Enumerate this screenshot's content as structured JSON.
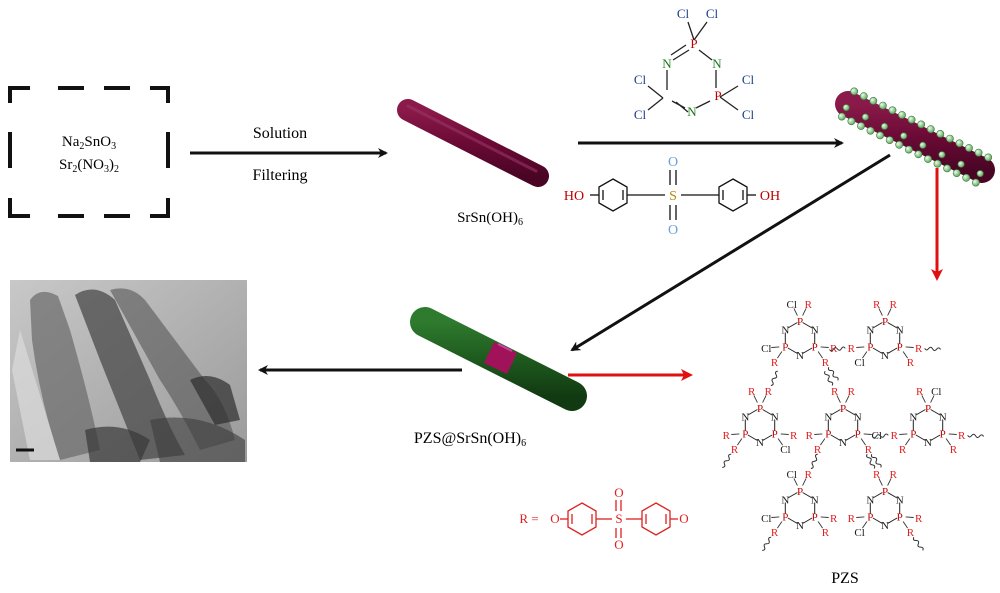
{
  "reactants": {
    "line1": "Na2SnO3",
    "line2": "Sr2(NO3)2"
  },
  "step1": {
    "label_top": "Solution",
    "label_bottom": "Filtering"
  },
  "intermediate": {
    "label": "SrSn(OH)6"
  },
  "hccp": {
    "atom_P": "P",
    "atom_N": "N",
    "atom_Cl": "Cl"
  },
  "bps": {
    "left_group": "HO",
    "right_group": "OH",
    "atom_S": "S",
    "atom_O": "O"
  },
  "product": {
    "label": "PZS@SrSn(OH)6"
  },
  "network": {
    "label": "PZS",
    "atom_P": "P",
    "atom_N": "N",
    "atom_R": "R",
    "atom_Cl": "Cl"
  },
  "r_group": {
    "prefix": "R =",
    "left_O": "O",
    "right_O": "O",
    "atom_S": "S",
    "sulfonyl_O": "O"
  },
  "colors": {
    "rod": "#6b0a35",
    "shell": "#1e5a1e",
    "core": "#a0135a",
    "arrow_red": "#e01010",
    "arrow_black": "#111111",
    "phosphorus": "#c00000",
    "nitrogen": "#1a7a1a",
    "chlorine": "#1a3a8a",
    "r_group": "#e02020",
    "sulfonyl_o": "#6fa0d8"
  }
}
